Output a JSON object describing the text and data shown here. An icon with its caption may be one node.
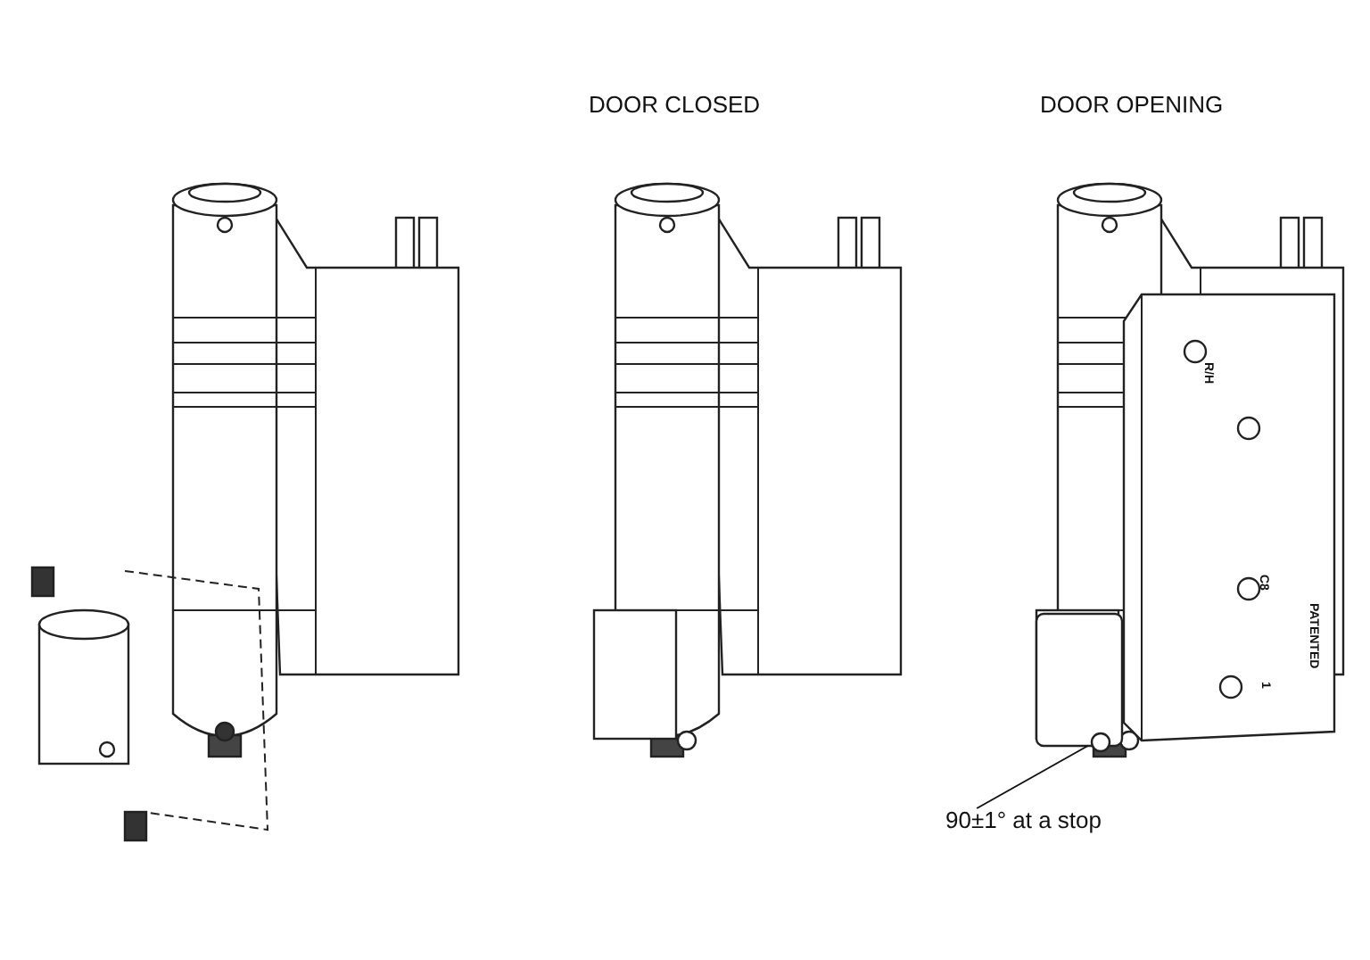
{
  "diagram": {
    "nodes": [
      {
        "text": [
          "90±1° at a stop"
        ]
      },
      {
        "text": [],
        "shape": "cylinder"
      }
    ],
    "edges": [
      {
        "from": 0,
        "to": 1,
        "arrow": "none"
      }
    ],
    "labels": [
      "DOOR CLOSED",
      "DOOR OPENING",
      "R/H",
      "C8",
      "PATENTED",
      "1"
    ]
  }
}
